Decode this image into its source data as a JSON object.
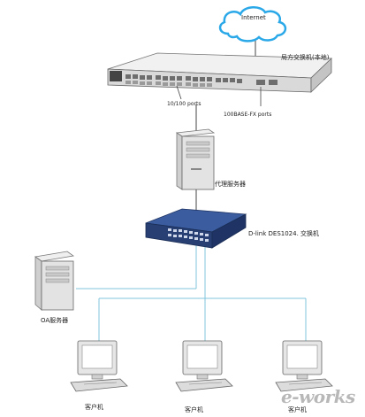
{
  "cloud": {
    "label": "Internet"
  },
  "core_switch": {
    "label": "局方交换机(本地)",
    "port_label_left": "10/100 ports",
    "port_label_right": "100BASE-FX ports"
  },
  "proxy_server": {
    "label": "代理服务器"
  },
  "access_switch": {
    "label": "D-link DES1024. 交换机"
  },
  "oa_server": {
    "label": "OA服务器"
  },
  "clients": [
    {
      "label": "客户机"
    },
    {
      "label": "客户机"
    },
    {
      "label": "客户机"
    }
  ],
  "watermark": {
    "text": "e-works"
  },
  "colors": {
    "cloud": "#2aa8e8",
    "cable": "#7fc6dd",
    "cable_dark": "#333333",
    "device_body": "#e6e6e6",
    "switch_blue": "#2f4f8f"
  },
  "icons": [
    "cloud-icon",
    "rack-switch-icon",
    "tower-server-icon",
    "desktop-switch-icon",
    "desktop-computer-icon"
  ]
}
